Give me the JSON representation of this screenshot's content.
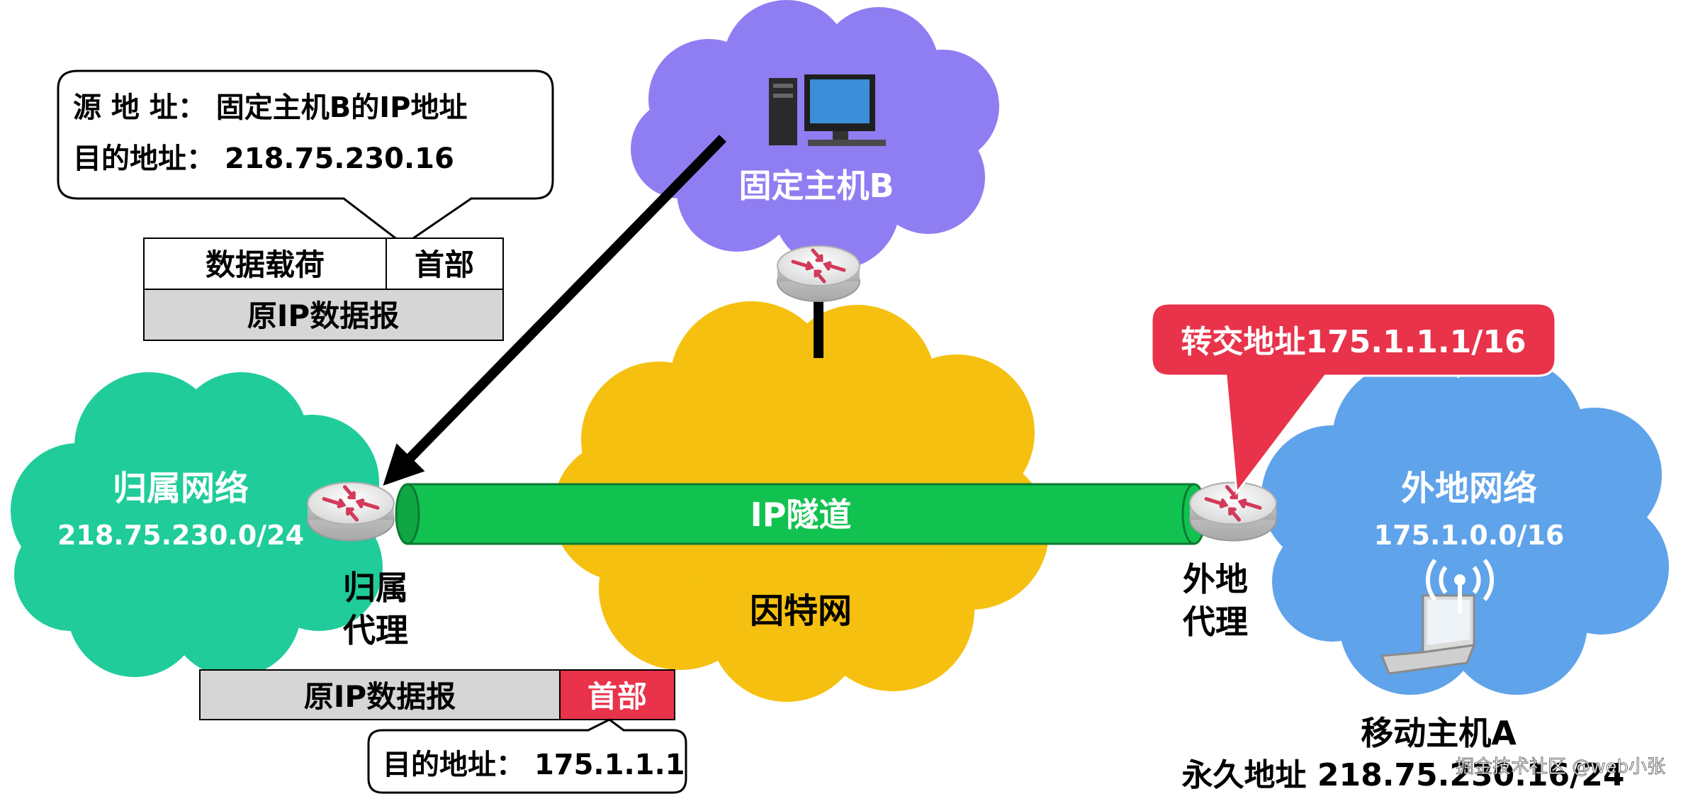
{
  "fixed_host": {
    "label": "固定主机B"
  },
  "callout_source": {
    "line1_label": "源 地 址：",
    "line1_value": "固定主机B的IP地址",
    "line2_label": "目的地址：",
    "line2_value": "218.75.230.16"
  },
  "original_datagram": {
    "payload_label": "数据载荷",
    "header_label": "首部",
    "bottom_label": "原IP数据报"
  },
  "home_network": {
    "name": "归属网络",
    "prefix": "218.75.230.0/24"
  },
  "home_agent": {
    "line1": "归属",
    "line2": "代理"
  },
  "tunnel": {
    "label": "IP隧道"
  },
  "internet": {
    "label": "因特网"
  },
  "care_of": {
    "label": "转交地址175.1.1.1/16",
    "color": "#e8334a"
  },
  "foreign_network": {
    "name": "外地网络",
    "prefix": "175.1.0.0/16"
  },
  "foreign_agent": {
    "line1": "外地",
    "line2": "代理"
  },
  "encapsulated": {
    "inner_label": "原IP数据报",
    "outer_header": "首部"
  },
  "callout_dest": {
    "label": "目的地址：",
    "value": "175.1.1.1"
  },
  "mobile_host": {
    "line1": "移动主机A",
    "line2": "永久地址 218.75.230.16/24"
  },
  "watermark": "掘金技术社区 @web小张",
  "colors": {
    "fixed_cloud": "#8f7ef2",
    "home_cloud": "#1fcc9a",
    "internet_cloud": "#f5c00f",
    "foreign_cloud": "#5fa3ea",
    "tunnel": "#12c250",
    "header_red": "#e8334a",
    "datagram_gray": "#d6d6d6"
  }
}
